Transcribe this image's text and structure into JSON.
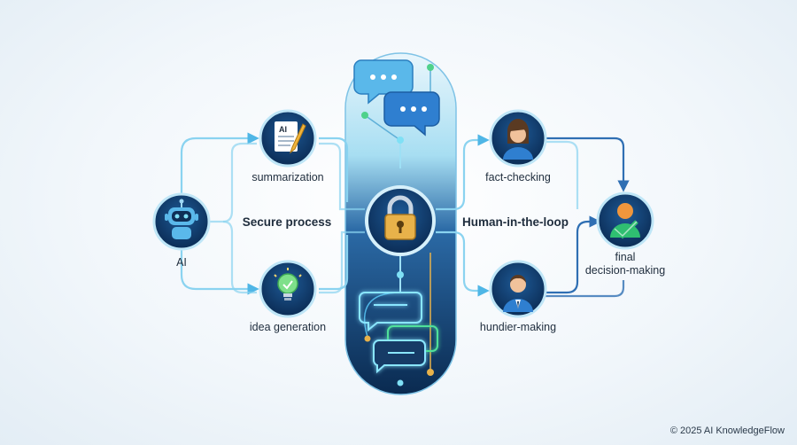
{
  "nodes": {
    "ai": {
      "label": "AI"
    },
    "summarization": {
      "label": "summarization",
      "doc_text": "AI"
    },
    "idea_generation": {
      "label": "idea generation"
    },
    "fact_checking": {
      "label": "fact-checking"
    },
    "hundier_making": {
      "label": "hundier-making"
    },
    "final_decision": {
      "label_line1": "final",
      "label_line2": "decision-making"
    }
  },
  "center": {
    "secure_label": "Secure process",
    "human_loop_label": "Human-in-the-loop"
  },
  "footer": {
    "copyright": "© 2025 AI KnowledgeFlow"
  },
  "colors": {
    "node_fill": "#0f3a6b",
    "flow_line": "#8ad3f0",
    "accent_blue": "#2f6fb3",
    "check_green": "#2fbf71",
    "lock_gold": "#e8b24a"
  }
}
